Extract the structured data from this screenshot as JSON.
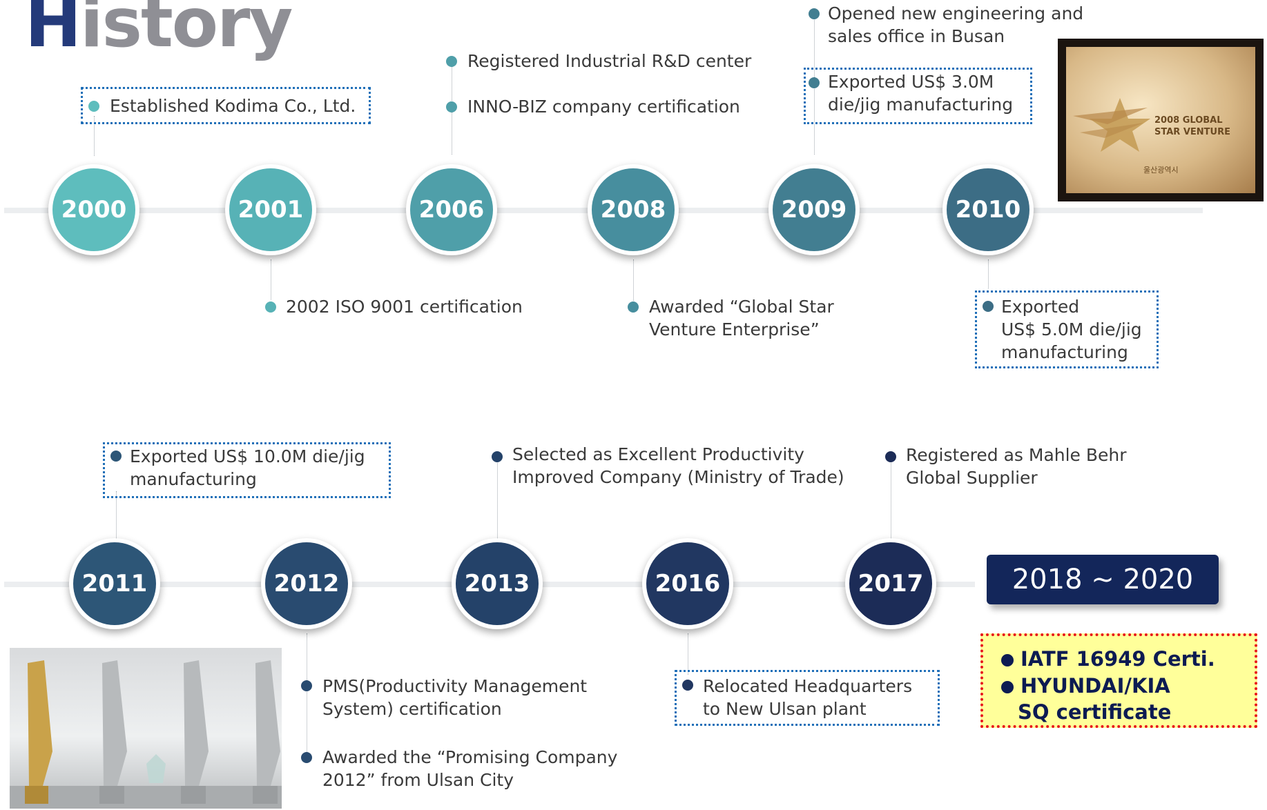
{
  "page": {
    "title": "History"
  },
  "timeline1": {
    "years": [
      "2000",
      "2001",
      "2006",
      "2008",
      "2009",
      "2010"
    ],
    "events": {
      "e2000": [
        "Established Kodima Co., Ltd."
      ],
      "e2001": [
        "2002 ISO 9001 certification"
      ],
      "e2006a": [
        "Registered Industrial R&D center"
      ],
      "e2006b": [
        "INNO-BIZ company certification"
      ],
      "e2008": [
        "Awarded “Global Star",
        "Venture Enterprise”"
      ],
      "e2009a": [
        "Opened new engineering and",
        "sales office in Busan"
      ],
      "e2009b": [
        "Exported US$ 3.0M",
        "die/jig manufacturing"
      ],
      "e2010": [
        "Exported",
        "US$ 5.0M die/jig",
        "manufacturing"
      ]
    },
    "plaque": {
      "line1": "2008 GLOBAL",
      "line2": "STAR VENTURE",
      "issuer": "울산광역시"
    }
  },
  "timeline2": {
    "years": [
      "2011",
      "2012",
      "2013",
      "2016",
      "2017"
    ],
    "events": {
      "e2011": [
        "Exported US$ 10.0M die/jig",
        "manufacturing"
      ],
      "e2012a": [
        "PMS(Productivity Management",
        "System) certification"
      ],
      "e2012b": [
        "Awarded the “Promising Company",
        "2012” from Ulsan City"
      ],
      "e2013": [
        "Selected as Excellent Productivity",
        "Improved Company (Ministry of Trade)"
      ],
      "e2016": [
        "Relocated Headquarters",
        "to New Ulsan plant"
      ],
      "e2017": [
        "Registered as Mahle Behr",
        "Global Supplier"
      ]
    },
    "range_label": "2018 ~ 2020",
    "certifications": [
      "IATF 16949 Certi.",
      "HYUNDAI/KIA",
      "SQ certificate"
    ]
  },
  "colors": {
    "c2000": "#5ebdbd",
    "c2001": "#57b2b6",
    "c2006": "#4f9fa9",
    "c2008": "#478e9e",
    "c2009": "#427e91",
    "c2010": "#3c6d85",
    "c2011": "#2d5677",
    "c2012": "#294b70",
    "c2013": "#244269",
    "c2016": "#213761",
    "c2017": "#1c2c57",
    "box_border": "#1f6fb8",
    "cert_border": "#e8141c",
    "cert_fill": "#ffff9a",
    "range_fill": "#13265a"
  }
}
